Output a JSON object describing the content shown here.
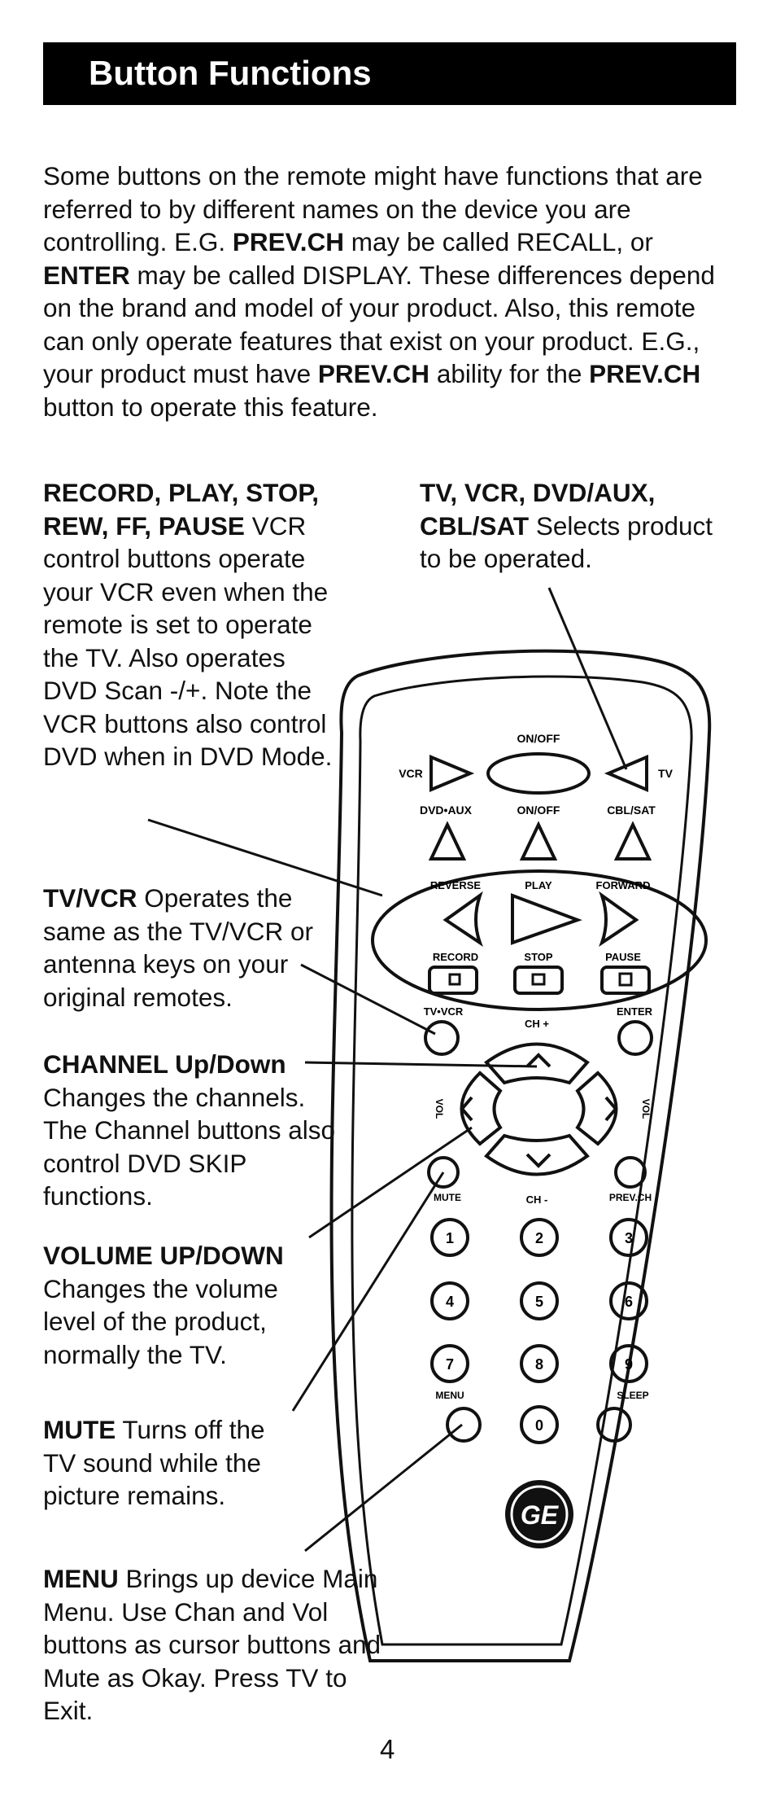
{
  "header": {
    "title": "Button Functions"
  },
  "intro": {
    "t1": "Some buttons on the remote might have functions that are referred to by different names on the device you are controlling. E.G. ",
    "b1": "PREV.CH",
    "t2": " may be called RECALL, or ",
    "b2": "ENTER",
    "t3": " may be called DISPLAY. These differences depend on the brand and model of your product. Also, this remote can only operate features that exist on your product. E.G., your product must have ",
    "b3": "PREV.CH",
    "t4": " ability for the ",
    "b4": "PREV.CH",
    "t5": " button to operate this feature."
  },
  "callouts": {
    "record": {
      "bold": "RECORD, PLAY, STOP, REW, FF, PAUSE",
      "text": " VCR control buttons operate your VCR even when the remote is set to operate the TV. Also operates DVD Scan -/+. Note the VCR buttons also control DVD when in DVD Mode."
    },
    "tv_select": {
      "bold": "TV, VCR, DVD/AUX, CBL/SAT",
      "text": " Selects product to be operated."
    },
    "tvvcr": {
      "bold": "TV/VCR",
      "text": " Operates the same as the TV/VCR or antenna keys on your original remotes."
    },
    "channel": {
      "bold": "CHANNEL Up/Down",
      "text": "Changes the channels. The Channel buttons also control DVD SKIP functions."
    },
    "volume": {
      "bold": "VOLUME UP/DOWN",
      "text": "Changes the volume level of the product, normally the TV."
    },
    "mute": {
      "bold": "MUTE",
      "text": " Turns off the TV sound while the picture remains."
    },
    "menu": {
      "bold": "MENU",
      "text": " Brings up device Main Menu. Use Chan and Vol buttons as cursor buttons and Mute as Okay. Press TV to Exit."
    }
  },
  "remote_labels": {
    "onoff": "ON/OFF",
    "vcr": "VCR",
    "tv": "TV",
    "dvd_aux": "DVD•AUX",
    "cblsat": "CBL/SAT",
    "reverse": "REVERSE",
    "play": "PLAY",
    "forward": "FORWARD",
    "record": "RECORD",
    "stop": "STOP",
    "pause": "PAUSE",
    "tvvcr": "TV•VCR",
    "enter": "ENTER",
    "ch_plus": "CH +",
    "ch_minus": "CH -",
    "vol": "VOL",
    "mute": "MUTE",
    "prevch": "PREV.CH",
    "menu": "MENU",
    "sleep": "SLEEP",
    "digits": [
      "1",
      "2",
      "3",
      "4",
      "5",
      "6",
      "7",
      "8",
      "9",
      "0"
    ],
    "logo": "GE"
  },
  "page_number": "4"
}
